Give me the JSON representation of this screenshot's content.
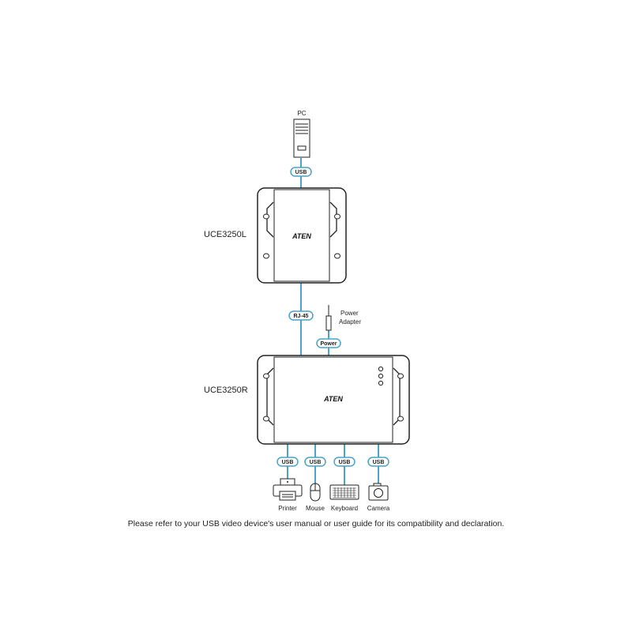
{
  "devices": {
    "pc": "PC",
    "local_unit": "UCE3250L",
    "remote_unit": "UCE3250R",
    "brand": "ATEN",
    "power_adapter_line1": "Power",
    "power_adapter_line2": "Adapter"
  },
  "connectors": {
    "pc_usb": "USB",
    "rj45": "RJ-45",
    "power": "Power",
    "usb_printer": "USB",
    "usb_mouse": "USB",
    "usb_keyboard": "USB",
    "usb_camera": "USB"
  },
  "peripherals": {
    "printer": "Printer",
    "mouse": "Mouse",
    "keyboard": "Keyboard",
    "camera": "Camera"
  },
  "note": "Please refer to your USB video device's user manual or user guide for its compatibility and declaration.",
  "colors": {
    "cable": "#4aa3c8",
    "outline": "#222222",
    "device_fill": "#ffffff"
  }
}
